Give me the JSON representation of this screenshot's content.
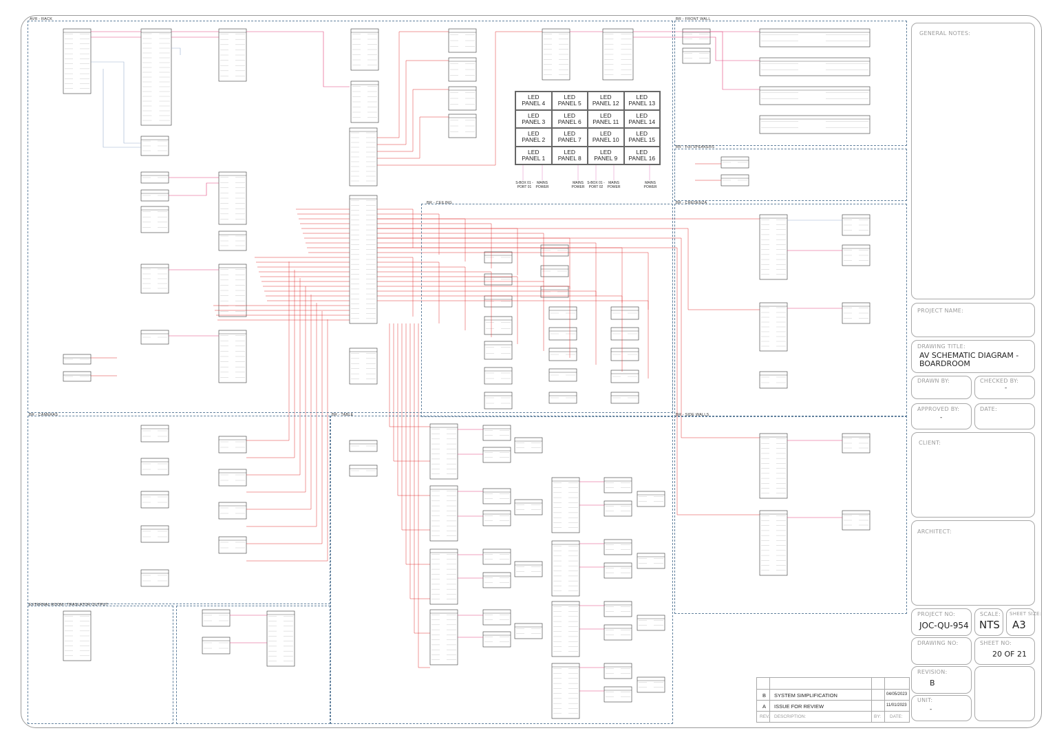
{
  "zones": {
    "avr_rack": "AVR - RACK",
    "front_wall": "BR - FRONT WALL",
    "full_speakers": "BR - Full SPEAKERS",
    "ceiling": "BR - CEILING",
    "credenza": "BR - CREDENZA",
    "cameras": "BR - CAMERAS",
    "table": "BR - TABLE",
    "side_walls": "BR - SIDE WALLS",
    "external_room": "EXTERNAL ROOM / TRASLATOR OUTPUT"
  },
  "led_panels": [
    "LED\nPANEL 4",
    "LED\nPANEL 5",
    "LED\nPANEL 12",
    "LED\nPANEL 13",
    "LED\nPANEL 3",
    "LED\nPANEL 6",
    "LED\nPANEL 11",
    "LED\nPANEL 14",
    "LED\nPANEL 2",
    "LED\nPANEL 7",
    "LED\nPANEL 10",
    "LED\nPANEL 15",
    "LED\nPANEL 1",
    "LED\nPANEL 8",
    "LED\nPANEL 9",
    "LED\nPANEL 16"
  ],
  "power_labels": [
    "S-BOX 01 -\nPORT 01",
    "MAINS\nPOWER",
    "MAINS\nPOWER",
    "S-BOX 01 -\nPORT 02",
    "MAINS\nPOWER",
    "MAINS\nPOWER"
  ],
  "title_block": {
    "general_notes_label": "GENERAL NOTES:",
    "project_name_label": "PROJECT NAME:",
    "drawing_title_label": "DRAWING TITLE:",
    "drawing_title": "AV SCHEMATIC DIAGRAM -\nBOARDROOM",
    "drawn_by_label": "DRAWN BY:",
    "checked_by_label": "CHECKED BY:",
    "checked_by": "-",
    "approved_by_label": "APPROVED BY:",
    "approved_by": "-",
    "date_label": "DATE:",
    "client_label": "CLIENT:",
    "architect_label": "ARCHITECT:",
    "project_no_label": "PROJECT NO:",
    "project_no": "JOC-QU-954",
    "scale_label": "SCALE:",
    "scale": "NTS",
    "sheet_size_label": "SHEET SIZE:",
    "sheet_size": "A3",
    "drawing_no_label": "DRAWING NO:",
    "sheet_no_label": "SHEET NO:",
    "sheet_no": "20 OF 21",
    "revision_label": "REVISION:",
    "revision": "B",
    "unit_label": "UNIT:",
    "unit": "-"
  },
  "revisions": [
    {
      "rev": "B",
      "description": "SYSTEM SIMPLIFICATION",
      "date": "04/05/2023"
    },
    {
      "rev": "A",
      "description": "ISSUE FOR REVIEW",
      "date": "11/01/2023"
    }
  ],
  "revision_header": {
    "rev": "REV.",
    "description": "DESCRIPTION:",
    "by": "BY:",
    "date": "DATE:"
  },
  "colors": {
    "zone_border": "#5f7f9c",
    "hdmi_line": "#e0407a",
    "network_line": "#e03030",
    "usb_line": "#9ab0d0",
    "device_box": "#333333"
  }
}
